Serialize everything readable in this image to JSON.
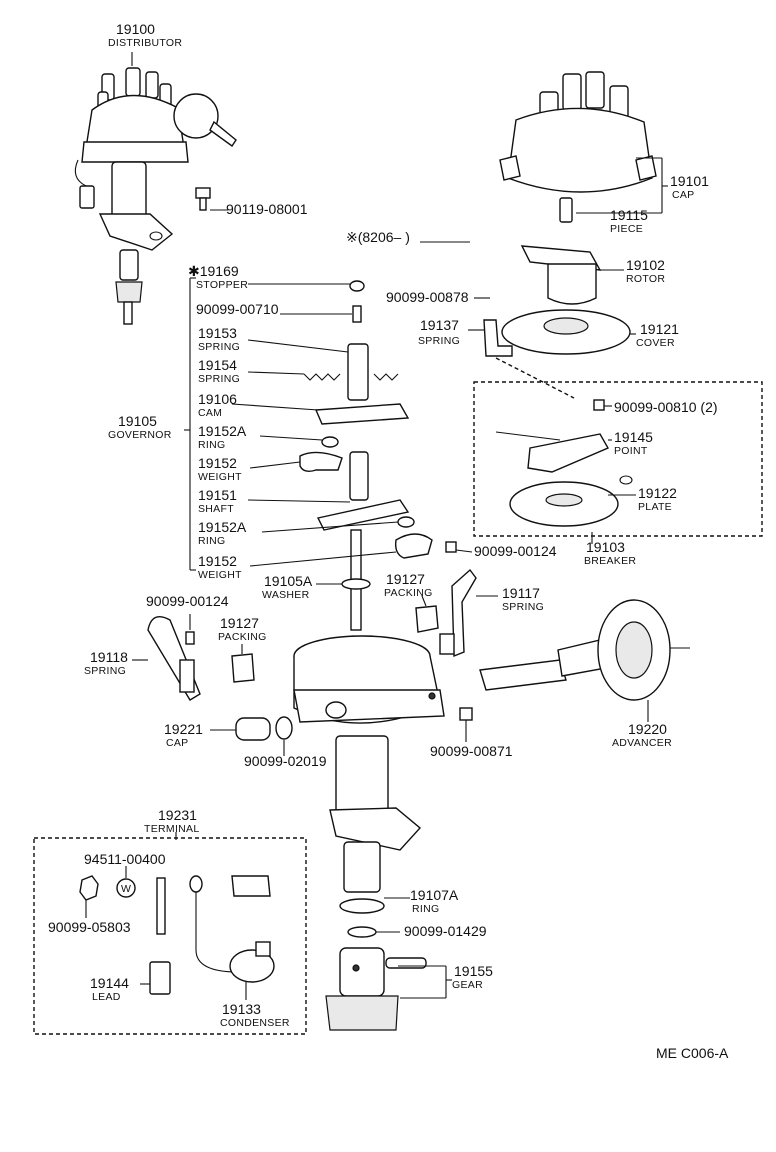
{
  "date_code": "※(8206–        )",
  "diagram_code": "ME C006-A",
  "parts": {
    "p19100": {
      "num": "19100",
      "name": "DISTRIBUTOR"
    },
    "p90119_08001": {
      "num": "90119-08001"
    },
    "p19101": {
      "num": "19101",
      "name": "CAP"
    },
    "p19115": {
      "num": "19115",
      "name": "PIECE"
    },
    "p19102": {
      "num": "19102",
      "name": "ROTOR"
    },
    "p19169": {
      "num": "✱19169",
      "name": "STOPPER"
    },
    "p90099_00710": {
      "num": "90099-00710"
    },
    "p90099_00878": {
      "num": "90099-00878"
    },
    "p19137": {
      "num": "19137",
      "name": "SPRING"
    },
    "p19121": {
      "num": "19121",
      "name": "COVER"
    },
    "p19153": {
      "num": "19153",
      "name": "SPRING"
    },
    "p19154": {
      "num": "19154",
      "name": "SPRING"
    },
    "p19106": {
      "num": "19106",
      "name": "CAM"
    },
    "p19105": {
      "num": "19105",
      "name": "GOVERNOR"
    },
    "p19152A_1": {
      "num": "19152A",
      "name": "RING"
    },
    "p19152_1": {
      "num": "19152",
      "name": "WEIGHT"
    },
    "p19151": {
      "num": "19151",
      "name": "SHAFT"
    },
    "p19152A_2": {
      "num": "19152A",
      "name": "RING"
    },
    "p19152_2": {
      "num": "19152",
      "name": "WEIGHT"
    },
    "p90099_00810": {
      "num": "90099-00810 (2)"
    },
    "p19145": {
      "num": "19145",
      "name": "POINT"
    },
    "p19122": {
      "num": "19122",
      "name": "PLATE"
    },
    "p19103": {
      "num": "19103",
      "name": "BREAKER"
    },
    "p90099_00124_a": {
      "num": "90099-00124"
    },
    "p19105A": {
      "num": "19105A",
      "name": "WASHER"
    },
    "p19127_a": {
      "num": "19127",
      "name": "PACKING"
    },
    "p19117": {
      "num": "19117",
      "name": "SPRING"
    },
    "p90099_00124_b": {
      "num": "90099-00124"
    },
    "p19127_b": {
      "num": "19127",
      "name": "PACKING"
    },
    "p19118": {
      "num": "19118",
      "name": "SPRING"
    },
    "p19221": {
      "num": "19221",
      "name": "CAP"
    },
    "p90099_02019": {
      "num": "90099-02019"
    },
    "p90099_00871": {
      "num": "90099-00871"
    },
    "p19220": {
      "num": "19220",
      "name": "ADVANCER"
    },
    "p19231": {
      "num": "19231",
      "name": "TERMINAL"
    },
    "p94511_00400": {
      "num": "94511-00400"
    },
    "p90099_05803": {
      "num": "90099-05803"
    },
    "p19144": {
      "num": "19144",
      "name": "LEAD"
    },
    "p19133": {
      "num": "19133",
      "name": "CONDENSER"
    },
    "p19107A": {
      "num": "19107A",
      "name": "RING"
    },
    "p90099_01429": {
      "num": "90099-01429"
    },
    "p19155": {
      "num": "19155",
      "name": "GEAR"
    }
  }
}
